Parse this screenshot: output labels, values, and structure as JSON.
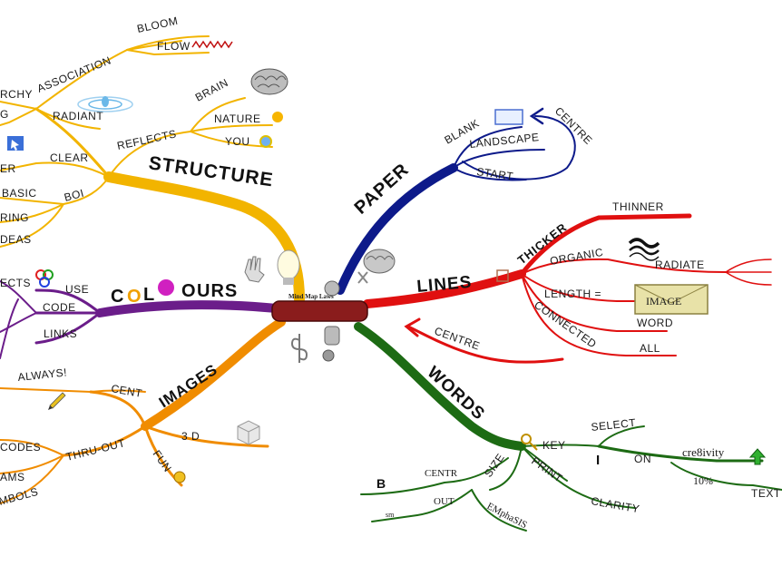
{
  "center": {
    "label": "Mind Map Laws"
  },
  "branches": {
    "structure": "STRUCTURE",
    "colours": {
      "c": "C",
      "o1": "O",
      "l": "L",
      "o2": "O",
      "urs": "URS"
    },
    "images": "IMAGES",
    "paper": "PAPER",
    "lines": "LINES",
    "words": "WORDS"
  },
  "structure": {
    "bloom": "BLOOM",
    "flow": "FLOW",
    "association": "ASSOCIATION",
    "rchy": "RCHY",
    "g": "G",
    "radiant": "RADIANT",
    "brain": "BRAIN",
    "nature": "NATURE",
    "you": "YOU",
    "reflects": "REFLECTS",
    "clear": "CLEAR",
    "er": "ER",
    "basic": "BASIC",
    "boi": "BOI",
    "ring": "RING",
    "deas": "DEAS"
  },
  "colours": {
    "ects": "ECTS",
    "use": "USE",
    "code": "CODE",
    "links": "LINKS"
  },
  "images": {
    "always": "ALWAYS!",
    "cent": "CENT",
    "codes": "CODES",
    "thruout": "THRU-OUT",
    "ams": "AMS",
    "mbols": "MBOLS",
    "threed": "3 D",
    "fun": "FUN"
  },
  "paper": {
    "blank": "BLANK",
    "centre": "CENTRE",
    "landscape": "LANDSCAPE",
    "start": "START"
  },
  "lines": {
    "thinner": "THINNER",
    "thicker": "THICKER",
    "organic": "ORGANIC",
    "radiate": "RADIATE",
    "length": "LENGTH =",
    "image": "IMAGE",
    "connected": "CONNECTED",
    "word": "WORD",
    "all": "ALL",
    "centre": "CENTRE"
  },
  "words": {
    "key": "KEY",
    "select": "SELECT",
    "i": "I",
    "on": "ON",
    "cre8ivity": "cre8ivity",
    "pct": "10%",
    "text": "TEXT",
    "size": "SIZE",
    "print": "PRINT",
    "clarity": "CLARITY",
    "centr": "CENTR",
    "b": "B",
    "out": "OUT",
    "sm": "sm",
    "emphasis": "EMphaSIS"
  },
  "colors": {
    "structure": "#f2b400",
    "colours": "#6b1d8a",
    "images": "#f08c00",
    "paper": "#0d1a8a",
    "lines": "#e01010",
    "words": "#1d6b14",
    "center": "#8a1c1c"
  }
}
